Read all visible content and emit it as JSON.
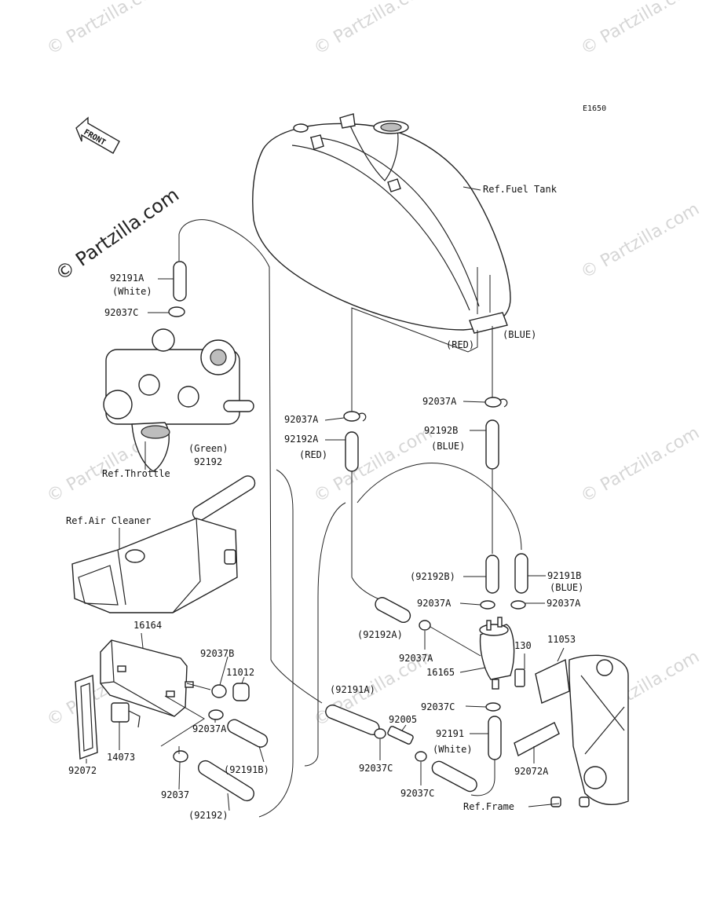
{
  "diagram_code": "E1650",
  "front_label": "FRONT",
  "copyright": "© Partzilla.com",
  "watermark_text": "© Partzilla.com",
  "labels": {
    "ref_fuel_tank": "Ref.Fuel Tank",
    "red": "(RED)",
    "blue": "(BLUE)",
    "p92191A": "92191A",
    "white_1": "(White)",
    "p92037C_1": "92037C",
    "ref_throttle": "Ref.Throttle",
    "p92037A_left": "92037A",
    "p92192A": "92192A",
    "red_2": "(RED)",
    "p92037A_right": "92037A",
    "p92192B": "92192B",
    "blue_2": "(BLUE)",
    "green": "(Green)",
    "p92192_top": "92192",
    "ref_air_cleaner": "Ref.Air Cleaner",
    "p92192B_paren": "(92192B)",
    "p92191B": "92191B",
    "blue_3": "(BLUE)",
    "p92037A_m1": "92037A",
    "p92037A_m2": "92037A",
    "p92192A_paren": "(92192A)",
    "p92037A_m3": "92037A",
    "p16165": "16165",
    "p130": "130",
    "p11053": "11053",
    "p16164": "16164",
    "p92037B": "92037B",
    "p11012": "11012",
    "p92191A_paren": "(92191A)",
    "p92005": "92005",
    "p92037C_2": "92037C",
    "p92191": "92191",
    "white_2": "(White)",
    "p92037A_low": "92037A",
    "p92191B_paren": "(92191B)",
    "p92037C_3": "92037C",
    "p92037C_4": "92037C",
    "p92072": "92072",
    "p14073": "14073",
    "p92037": "92037",
    "p92192_paren": "(92192)",
    "p92072A": "92072A",
    "ref_frame": "Ref.Frame"
  }
}
